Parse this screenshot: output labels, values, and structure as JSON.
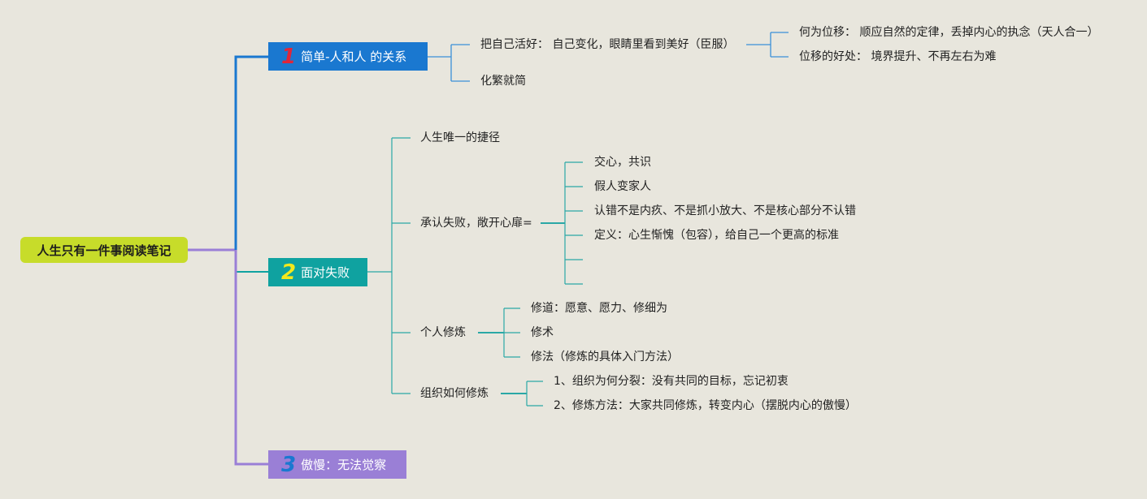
{
  "root": "人生只有一件事阅读笔记",
  "branches": [
    {
      "num": "1",
      "label": "简单-人和人 的关系",
      "children": [
        {
          "label": "把自己活好：  自己变化，眼睛里看到美好（臣服）",
          "children": [
            "何为位移：  顺应自然的定律，丢掉内心的执念（天人合一）",
            "位移的好处：  境界提升、不再左右为难"
          ]
        },
        {
          "label": "化繁就简"
        }
      ]
    },
    {
      "num": "2",
      "label": "面对失败",
      "children": [
        {
          "label": "人生唯一的捷径"
        },
        {
          "label": "承认失败，敞开心扉=",
          "children": [
            "交心，共识",
            "假人变家人",
            "认错不是内疚、不是抓小放大、不是核心部分不认错",
            "定义：心生惭愧（包容），给自己一个更高的标准",
            "",
            ""
          ]
        },
        {
          "label": "个人修炼",
          "children": [
            "修道：愿意、愿力、修细为",
            "修术",
            "修法（修炼的具体入门方法）"
          ]
        },
        {
          "label": "组织如何修炼",
          "children": [
            "1、组织为何分裂：没有共同的目标，忘记初衷",
            "2、修炼方法：大家共同修炼，转变内心（摆脱内心的傲慢）"
          ]
        }
      ]
    },
    {
      "num": "3",
      "label": "傲慢：无法觉察"
    }
  ],
  "colors": {
    "background": "#e8e6dd",
    "root": "#c7dc2a",
    "branch1": "#1a78d0",
    "branch2": "#0fa2a0",
    "branch3": "#9a7fd6"
  }
}
